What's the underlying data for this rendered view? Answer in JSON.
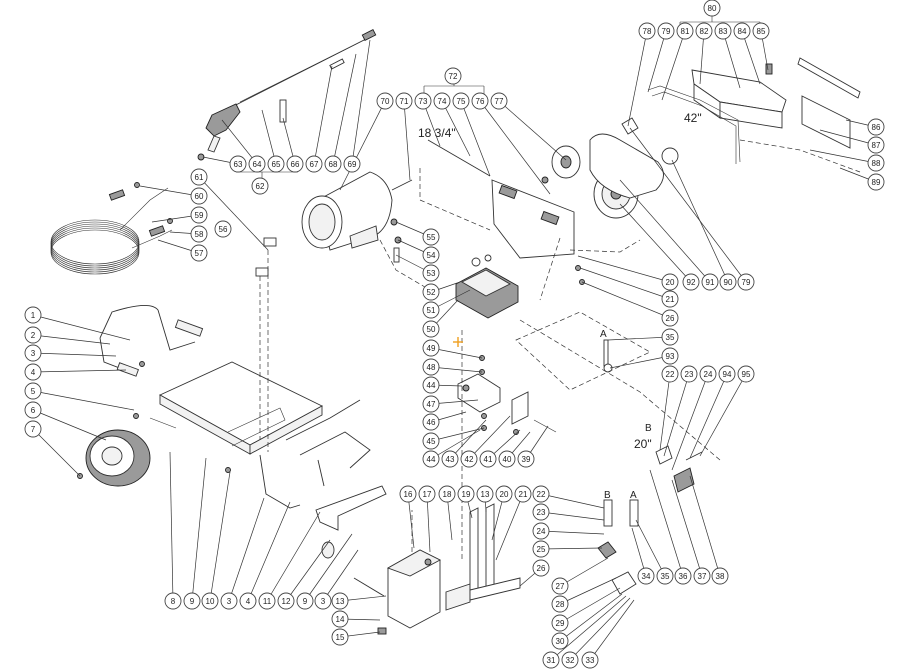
{
  "labels": {
    "belt_length": "42\"",
    "shaft_length": "18 3/4\"",
    "hose_length": "20\"",
    "conn_a_1": "A",
    "conn_a_2": "A",
    "conn_b_1": "B",
    "conn_b_2": "B"
  },
  "colors": {
    "line": "#333333",
    "marker": "#f0a020"
  },
  "callouts": [
    {
      "n": "80"
    },
    {
      "n": "78"
    },
    {
      "n": "79"
    },
    {
      "n": "81"
    },
    {
      "n": "82"
    },
    {
      "n": "83"
    },
    {
      "n": "84"
    },
    {
      "n": "85"
    },
    {
      "n": "86"
    },
    {
      "n": "87"
    },
    {
      "n": "88"
    },
    {
      "n": "89"
    },
    {
      "n": "72"
    },
    {
      "n": "70"
    },
    {
      "n": "71"
    },
    {
      "n": "73"
    },
    {
      "n": "74"
    },
    {
      "n": "75"
    },
    {
      "n": "76"
    },
    {
      "n": "77"
    },
    {
      "n": "63"
    },
    {
      "n": "64"
    },
    {
      "n": "65"
    },
    {
      "n": "66"
    },
    {
      "n": "67"
    },
    {
      "n": "68"
    },
    {
      "n": "69"
    },
    {
      "n": "62"
    },
    {
      "n": "61"
    },
    {
      "n": "60"
    },
    {
      "n": "59"
    },
    {
      "n": "58"
    },
    {
      "n": "57"
    },
    {
      "n": "56"
    },
    {
      "n": "55"
    },
    {
      "n": "54"
    },
    {
      "n": "53"
    },
    {
      "n": "52"
    },
    {
      "n": "51"
    },
    {
      "n": "50"
    },
    {
      "n": "20"
    },
    {
      "n": "92"
    },
    {
      "n": "91"
    },
    {
      "n": "90"
    },
    {
      "n": "79"
    },
    {
      "n": "21"
    },
    {
      "n": "26"
    },
    {
      "n": "35"
    },
    {
      "n": "93"
    },
    {
      "n": "49"
    },
    {
      "n": "48"
    },
    {
      "n": "44"
    },
    {
      "n": "47"
    },
    {
      "n": "46"
    },
    {
      "n": "45"
    },
    {
      "n": "44"
    },
    {
      "n": "43"
    },
    {
      "n": "42"
    },
    {
      "n": "41"
    },
    {
      "n": "40"
    },
    {
      "n": "39"
    },
    {
      "n": "22"
    },
    {
      "n": "23"
    },
    {
      "n": "24"
    },
    {
      "n": "94"
    },
    {
      "n": "95"
    },
    {
      "n": "1"
    },
    {
      "n": "2"
    },
    {
      "n": "3"
    },
    {
      "n": "4"
    },
    {
      "n": "5"
    },
    {
      "n": "6"
    },
    {
      "n": "7"
    },
    {
      "n": "8"
    },
    {
      "n": "9"
    },
    {
      "n": "10"
    },
    {
      "n": "3"
    },
    {
      "n": "4"
    },
    {
      "n": "11"
    },
    {
      "n": "12"
    },
    {
      "n": "9"
    },
    {
      "n": "3"
    },
    {
      "n": "16"
    },
    {
      "n": "17"
    },
    {
      "n": "18"
    },
    {
      "n": "19"
    },
    {
      "n": "13"
    },
    {
      "n": "20"
    },
    {
      "n": "21"
    },
    {
      "n": "13"
    },
    {
      "n": "14"
    },
    {
      "n": "15"
    },
    {
      "n": "22"
    },
    {
      "n": "23"
    },
    {
      "n": "24"
    },
    {
      "n": "25"
    },
    {
      "n": "26"
    },
    {
      "n": "27"
    },
    {
      "n": "28"
    },
    {
      "n": "29"
    },
    {
      "n": "30"
    },
    {
      "n": "31"
    },
    {
      "n": "32"
    },
    {
      "n": "33"
    },
    {
      "n": "34"
    },
    {
      "n": "35"
    },
    {
      "n": "36"
    },
    {
      "n": "37"
    },
    {
      "n": "38"
    }
  ]
}
